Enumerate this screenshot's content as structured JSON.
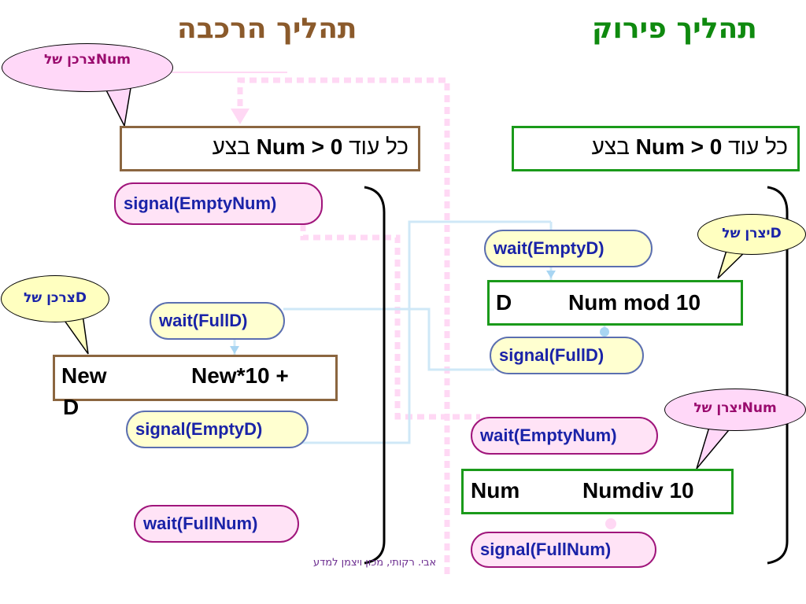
{
  "titles": {
    "left": "תהליך הרכבה",
    "right": "תהליך פירוק"
  },
  "colors": {
    "left_title": "#8b5a2b",
    "right_title": "#0f8a0f",
    "left_box": "#8b6640",
    "right_box": "#1a9a1a",
    "pill_text": "#1a23a8",
    "arrow_green": "#1a9a1a",
    "arrow_brown": "#8b5a2b"
  },
  "left": {
    "loop": {
      "prefix": "כל עוד",
      "cond": "Num > 0",
      "suffix": "בצע"
    },
    "callout_num": "צרכן שלNum",
    "callout_d": "צרכן שלD",
    "signal_empty_num": "signal(EmptyNum)",
    "wait_full_d": "wait(FullD)",
    "assign": {
      "left": "New",
      "right": "New*10 +",
      "continuation": "D"
    },
    "signal_empty_d": "signal(EmptyD)",
    "wait_full_num": "wait(FullNum)"
  },
  "right": {
    "loop": {
      "prefix": "כל עוד",
      "cond": "Num > 0",
      "suffix": "בצע"
    },
    "callout_d": "יצרן שלD",
    "callout_num": "יצרן שלNum",
    "wait_empty_d": "wait(EmptyD)",
    "assign_d": {
      "left": "D",
      "right": "Num mod 10"
    },
    "signal_full_d": "signal(FullD)",
    "wait_empty_num": "wait(EmptyNum)",
    "assign_num": {
      "left": "Num",
      "right": "Numdiv 10"
    },
    "signal_full_num": "signal(FullNum)"
  },
  "footer": "אבי. רקותי, מכון ויצמן למדע"
}
